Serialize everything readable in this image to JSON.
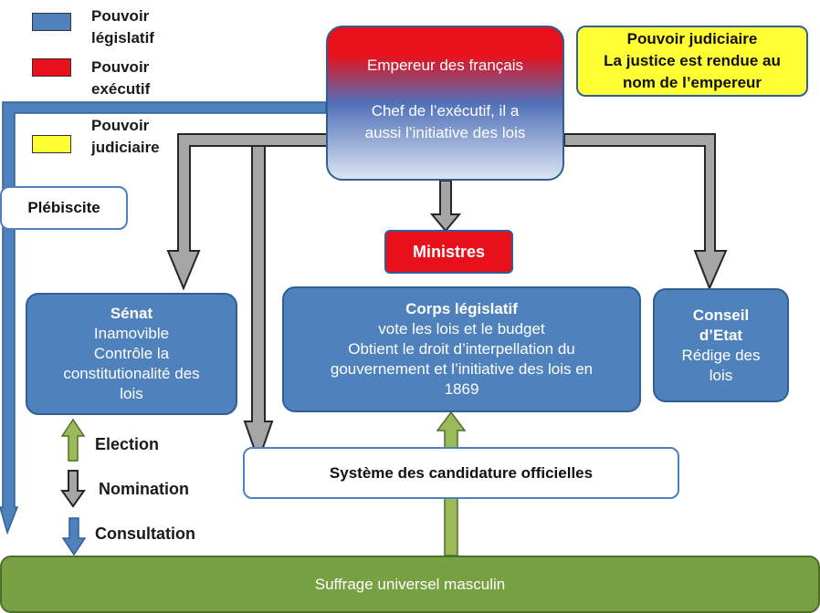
{
  "legend": {
    "legislatif": {
      "label_line1": "Pouvoir",
      "label_line2": "législatif",
      "color": "#4f81bd"
    },
    "executif": {
      "label_line1": "Pouvoir",
      "label_line2": "exécutif",
      "color": "#e8101a"
    },
    "judiciaire": {
      "label_line1": "Pouvoir",
      "label_line2": "judiciaire",
      "color": "#ffff33"
    }
  },
  "empereur": {
    "title": "Empereur des français",
    "text_line1": "Chef de l’exécutif, il a",
    "text_line2": "aussi l’initiative des lois"
  },
  "pouvoir_judiciaire": {
    "title": "Pouvoir judiciaire",
    "text_line1": "La justice est rendue au",
    "text_line2": "nom de l’empereur"
  },
  "plebiscite": "Plébiscite",
  "ministres": "Ministres",
  "senat": {
    "title": "Sénat",
    "line1": "Inamovible",
    "line2": "Contrôle la",
    "line3": "constitutionalité des",
    "line4": "lois"
  },
  "corps_legislatif": {
    "title": "Corps législatif",
    "line1": "vote les lois et le budget",
    "line2": "Obtient le droit d’interpellation du",
    "line3": "gouvernement  et l’initiative des lois en",
    "line4": "1869"
  },
  "conseil_etat": {
    "title_line1": "Conseil",
    "title_line2": "d’Etat",
    "line1": "Rédige des",
    "line2": "lois"
  },
  "candidatures": "Système des candidature officielles",
  "arrow_key": {
    "election": "Election",
    "nomination": "Nomination",
    "consultation": "Consultation"
  },
  "suffrage": "Suffrage universel masculin",
  "colors": {
    "election": "#9bbb59",
    "nomination": "#a6a6a6",
    "consultation": "#4f81bd"
  }
}
